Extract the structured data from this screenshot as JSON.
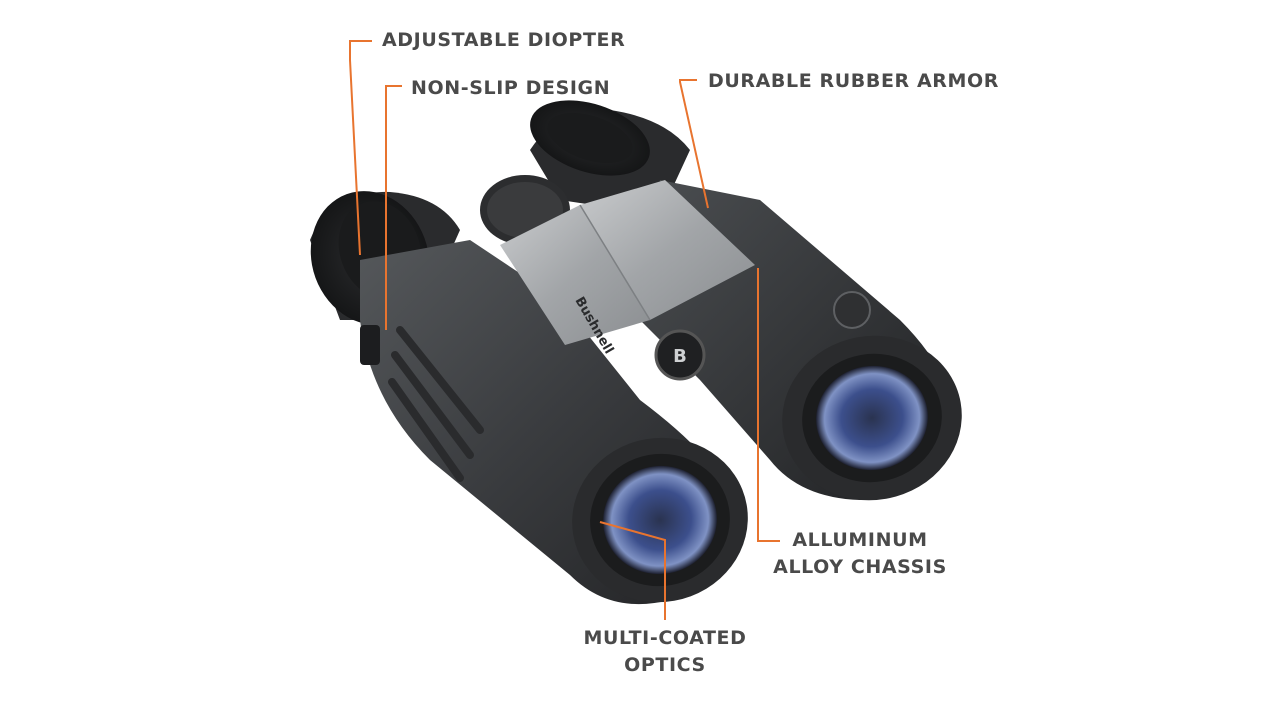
{
  "product": {
    "brand_logo": "Bushnell",
    "emblem_letter": "B",
    "leader_color": "#e8742f",
    "label_color": "#4a4a4a",
    "body_color": "#3a3c3e",
    "lens_color": "#3b4f8a"
  },
  "callouts": {
    "adjustable_diopter": "ADJUSTABLE DIOPTER",
    "non_slip_design": "NON-SLIP DESIGN",
    "durable_rubber_armor": "DURABLE RUBBER ARMOR",
    "aluminum_line1": "ALLUMINUM",
    "aluminum_line2": "ALLOY CHASSIS",
    "optics_line1": "MULTI-COATED",
    "optics_line2": "OPTICS"
  }
}
